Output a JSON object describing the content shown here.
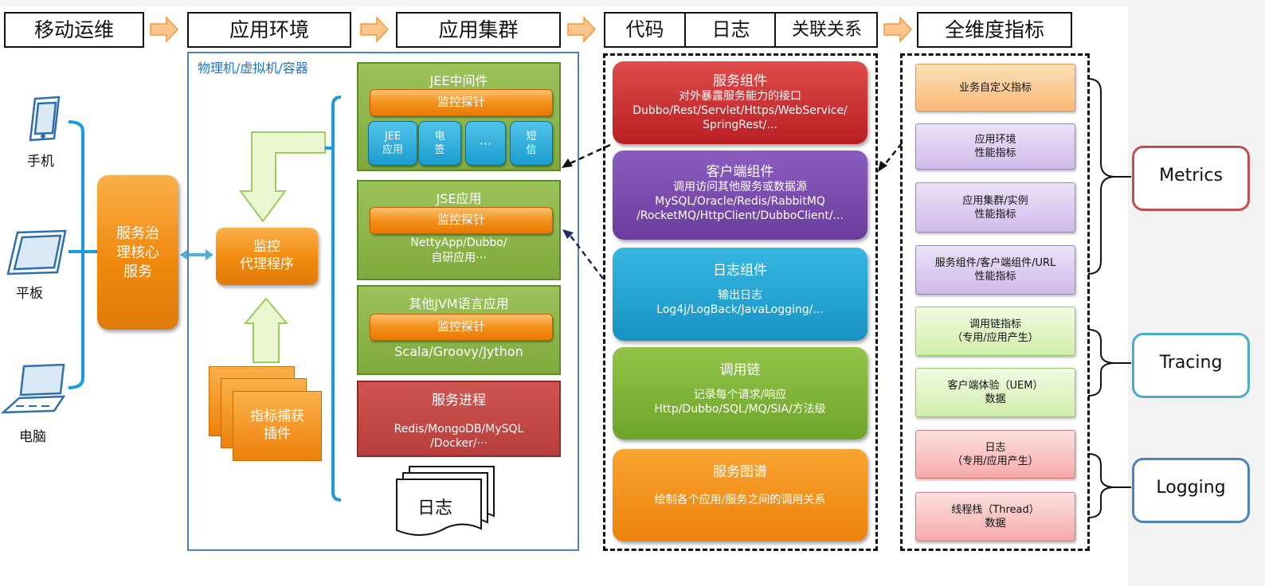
{
  "headers": {
    "mobile_ops": "移动运维",
    "app_env": "应用环境",
    "app_cluster": "应用集群",
    "code": "代码",
    "log": "日志",
    "relation": "关联关系",
    "all_metrics": "全维度指标"
  },
  "devices": [
    {
      "label": "手机",
      "icon": "phone-icon"
    },
    {
      "label": "平板",
      "icon": "tablet-icon"
    },
    {
      "label": "电脑",
      "icon": "laptop-icon"
    }
  ],
  "core_service": "服务治\n理核心\n服务",
  "env": {
    "title": "物理机/虚拟机/容器",
    "agent": "监控\n代理程序",
    "plugin": "指标捕获\n插件"
  },
  "cluster": {
    "jee": {
      "title": "JEE中间件",
      "probe": "监控探针",
      "chips": [
        "JEE\n应用",
        "电\n签",
        "···",
        "短\n信"
      ]
    },
    "jse": {
      "title": "JSE应用",
      "probe": "监控探针",
      "desc": "NettyApp/Dubbo/\n自研应用···"
    },
    "jvm": {
      "title": "其他JVM语言应用",
      "probe": "监控探针",
      "desc": "Scala/Groovy/Jython"
    },
    "service_process": {
      "title": "服务进程",
      "desc": "Redis/MongoDB/MySQL\n/Docker/···"
    },
    "log_doc": "日志"
  },
  "components": [
    {
      "title": "服务组件",
      "desc": "对外暴露服务能力的接口\nDubbo/Rest/Servlet/Https/WebService/\nSpringRest/...",
      "color": "#c8262a"
    },
    {
      "title": "客户端组件",
      "desc": "调用访问其他服务或数据源\nMySQL/Oracle/Redis/RabbitMQ\n/RocketMQ/HttpClient/DubboClient/...",
      "color": "#7448a6"
    },
    {
      "title": "日志组件",
      "desc": "输出日志\nLog4j/LogBack/JavaLogging/...",
      "color": "#1b9bc9"
    },
    {
      "title": "调用链",
      "desc": "记录每个请求/响应\nHttp/Dubbo/SQL/MQ/SIA/方法级",
      "color": "#7aaf2e"
    },
    {
      "title": "服务图谱",
      "desc": "绘制各个应用/服务之间的调用关系",
      "color": "#f08a0e"
    }
  ],
  "metrics": [
    {
      "text": "业务自定义指标",
      "color": "#fcc98e"
    },
    {
      "text": "应用环境\n性能指标",
      "color": "#dccbf0"
    },
    {
      "text": "应用集群/实例\n性能指标",
      "color": "#dccbf0"
    },
    {
      "text": "服务组件/客户端组件/URL\n性能指标",
      "color": "#dccbf0"
    },
    {
      "text": "调用链指标\n（专用/应用产生）",
      "color": "#dff3c2"
    },
    {
      "text": "客户端体验（UEM）\n数据",
      "color": "#dff3c2"
    },
    {
      "text": "日志\n（专用/应用产生）",
      "color": "#f9bcbc"
    },
    {
      "text": "线程栈（Thread）\n数据",
      "color": "#f9bcbc"
    }
  ],
  "categories": [
    {
      "label": "Metrics",
      "color": "#c0504d"
    },
    {
      "label": "Tracing",
      "color": "#4bacc6"
    },
    {
      "label": "Logging",
      "color": "#4f81bd"
    }
  ]
}
